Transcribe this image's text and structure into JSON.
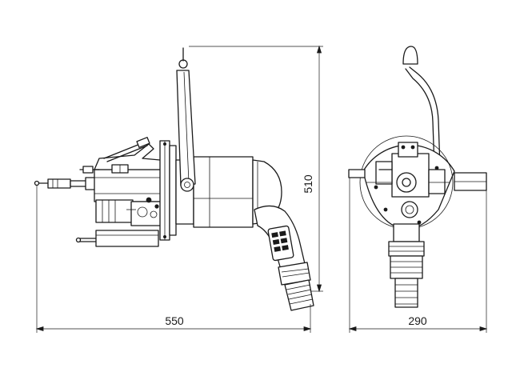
{
  "dimensions": {
    "side_view_width": "550",
    "side_view_height": "510",
    "front_view_width": "290"
  },
  "colors": {
    "line": "#1a1a1a",
    "background": "#ffffff"
  }
}
